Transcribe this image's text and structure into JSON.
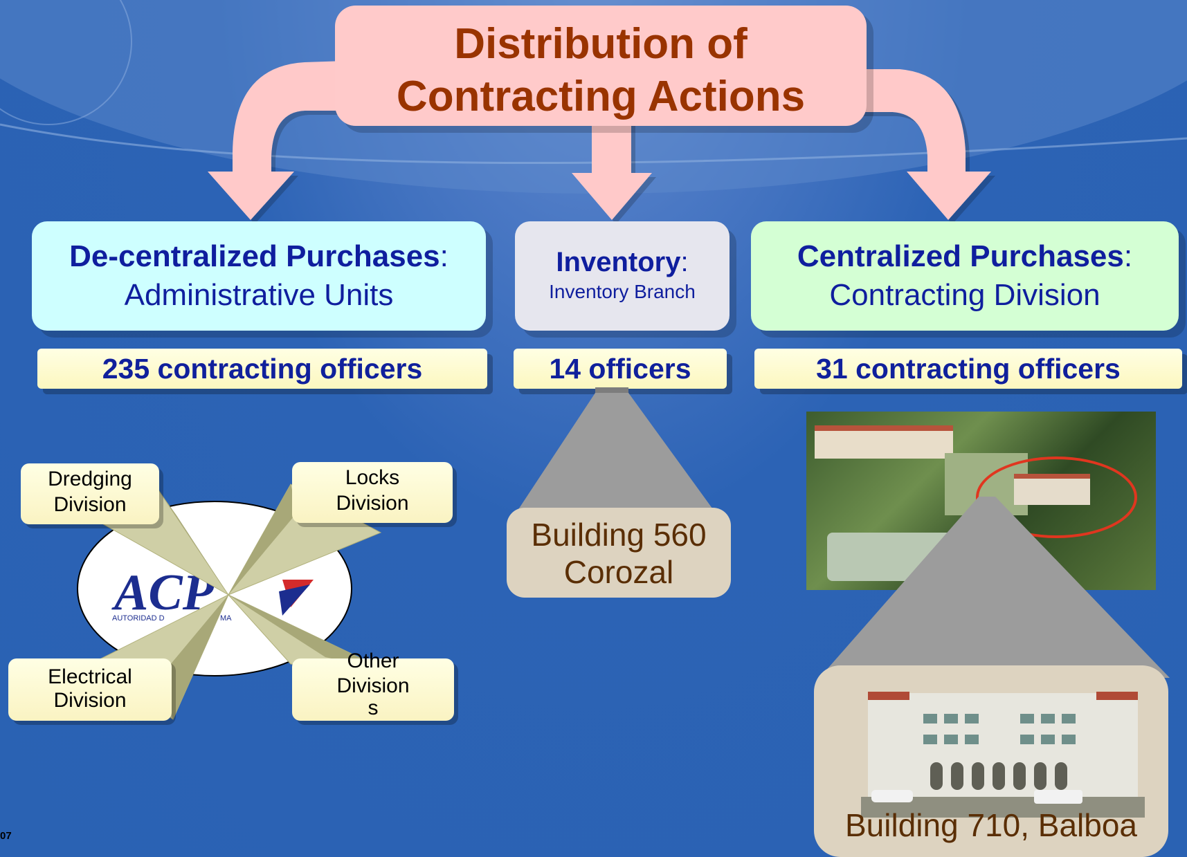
{
  "title": {
    "line1": "Distribution of",
    "line2": "Contracting Actions"
  },
  "categories": {
    "decentralized": {
      "heading": "De-centralized Purchases",
      "sep": ":",
      "sub": "Administrative Units",
      "count": "235 contracting officers"
    },
    "inventory": {
      "heading": "Inventory",
      "sep": ":",
      "sub": "Inventory Branch",
      "count": "14 officers"
    },
    "centralized": {
      "heading": "Centralized Purchases",
      "sep": ":",
      "sub": "Contracting Division",
      "count": "31 contracting officers"
    }
  },
  "divisions": {
    "dredging": {
      "line1": "Dredging",
      "line2": "Division"
    },
    "locks": {
      "line1": "Locks",
      "line2": "Division"
    },
    "electrical": {
      "line1": "Electrical",
      "line2": "Division"
    },
    "other": {
      "line1": "Other",
      "line2": "Division",
      "line3": "s"
    }
  },
  "logo": {
    "text": "ACP",
    "small_left": "AUTORIDAD D",
    "small_right": "MA"
  },
  "locations": {
    "inventory": {
      "line1": "Building 560",
      "line2": "Corozal"
    },
    "centralized": {
      "line1": "Building 710, Balboa"
    }
  },
  "footer": {
    "page_fragment": "07"
  },
  "colors": {
    "background": "#2a62b3",
    "arrow": "#ffc9c9",
    "title_text": "#993300",
    "heading_text": "#0f1e9e"
  }
}
